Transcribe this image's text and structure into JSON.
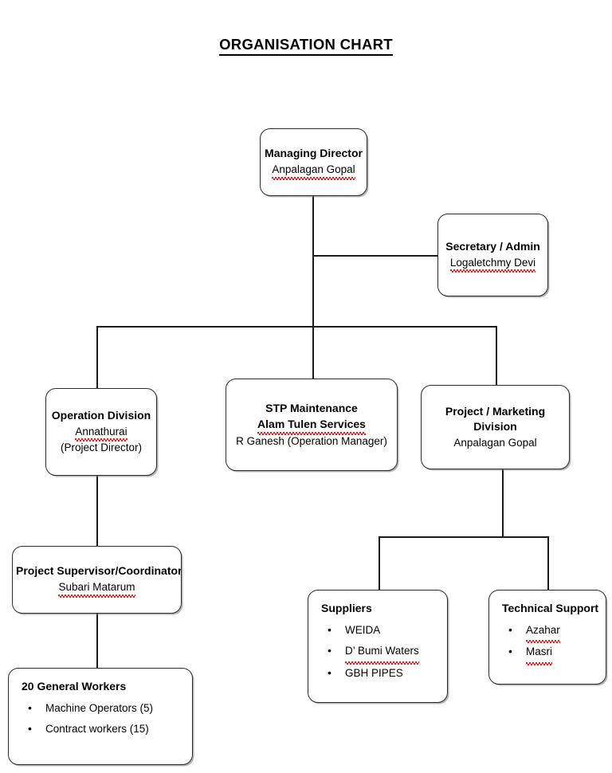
{
  "title": "ORGANISATION CHART",
  "nodes": {
    "managing_director": {
      "lines": [
        {
          "text": "Managing Director",
          "bold": true,
          "spell": false
        },
        {
          "text": "Anpalagan Gopal",
          "bold": false,
          "spell": true
        }
      ]
    },
    "secretary_admin": {
      "lines": [
        {
          "text": "Secretary / Admin",
          "bold": true,
          "spell": false
        },
        {
          "text": "Logaletchmy Devi",
          "bold": false,
          "spell": true
        }
      ]
    },
    "operation_division": {
      "lines": [
        {
          "text": "Operation Division",
          "bold": true,
          "spell": false
        },
        {
          "text": "Annathurai",
          "bold": false,
          "spell": true
        },
        {
          "text": "(Project Director)",
          "bold": false,
          "spell": false
        }
      ]
    },
    "stp_maintenance": {
      "lines": [
        {
          "text": "STP Maintenance",
          "bold": true,
          "spell": false
        },
        {
          "text": "Alam Tulen Services",
          "bold": true,
          "spell": true
        },
        {
          "text": "R Ganesh (Operation Manager)",
          "bold": false,
          "spell": false
        }
      ]
    },
    "project_marketing_division": {
      "lines": [
        {
          "text": "Project / Marketing",
          "bold": true,
          "spell": false
        },
        {
          "text": "Division",
          "bold": true,
          "spell": false
        },
        {
          "text": "Anpalagan Gopal",
          "bold": false,
          "spell": false
        }
      ]
    },
    "project_supervisor": {
      "lines": [
        {
          "text": "Project Supervisor/Coordinator",
          "bold": true,
          "spell": false
        },
        {
          "text": "Subari Matarum",
          "bold": false,
          "spell": true
        }
      ]
    },
    "general_workers": {
      "heading": "20 General Workers",
      "items": [
        {
          "text": "Machine Operators (5)",
          "spell": false
        },
        {
          "text": "Contract workers (15)",
          "spell": false
        }
      ]
    },
    "suppliers": {
      "heading": "Suppliers",
      "items": [
        {
          "text": "WEIDA",
          "spell": false
        },
        {
          "text": "D’ Bumi Waters",
          "spell": true
        },
        {
          "text": "GBH PIPES",
          "spell": false
        }
      ]
    },
    "technical_support": {
      "heading": "Technical Support",
      "items": [
        {
          "text": "Azahar",
          "spell": true
        },
        {
          "text": "Masri",
          "spell": true
        }
      ]
    }
  },
  "colors": {
    "box_border": "#2b2b2b",
    "connector": "#1b1b1b",
    "spellcheck": "#f01b1b",
    "text": "#000000",
    "background": "#ffffff"
  }
}
